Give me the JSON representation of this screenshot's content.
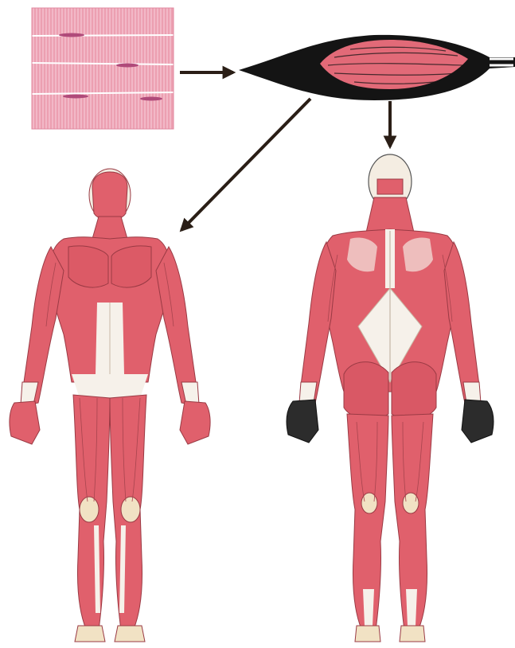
{
  "diagram": {
    "panels": [
      {
        "id": "muscle-tissue",
        "icon": "striated-muscle-tissue-icon"
      },
      {
        "id": "muscle-belly",
        "icon": "muscle-belly-icon"
      },
      {
        "id": "body-anterior",
        "icon": "anterior-muscular-system-figure"
      },
      {
        "id": "body-posterior",
        "icon": "posterior-muscular-system-figure"
      }
    ],
    "arrows": [
      {
        "from": "muscle-tissue",
        "to": "muscle-belly"
      },
      {
        "from": "muscle-belly",
        "to": "body-anterior"
      },
      {
        "from": "muscle-belly",
        "to": "body-posterior"
      }
    ]
  },
  "colors": {
    "muscle": "#e0606c",
    "muscle_dark": "#b83c4a",
    "tissue": "#ec9fb1",
    "tissue_stripe": "#f6c5d3",
    "tendon": "#ffffff",
    "bone": "#f1e2c4",
    "sheath": "#141414",
    "arrow": "#2a1e16"
  }
}
